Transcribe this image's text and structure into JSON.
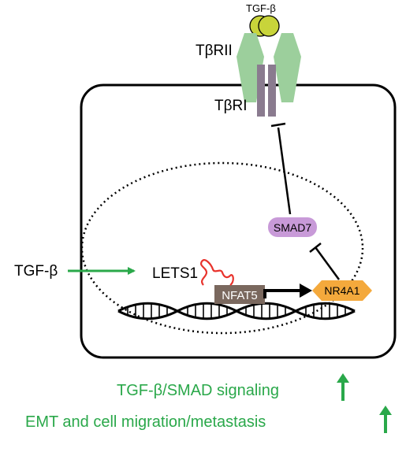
{
  "ligand": {
    "label": "TGF-β"
  },
  "receptors": {
    "type2": "TβRII",
    "type1": "TβRI"
  },
  "nucleus": {
    "lncrna": "LETS1",
    "nfat5": "NFAT5",
    "nr4a1": "NR4A1",
    "smad7": "SMAD7"
  },
  "external_signal": {
    "label": "TGF-β"
  },
  "outcomes": [
    {
      "label": "TGF-β/SMAD signaling",
      "direction": "up"
    },
    {
      "label": "EMT and cell migration/metastasis",
      "direction": "up"
    }
  ],
  "colors": {
    "ligand": "#c8d43a",
    "type2_receptor": "#9ccf9c",
    "type1_receptor": "#8a7b8f",
    "smad7": "#c89ad8",
    "nr4a1": "#f4a93c",
    "nfat5": "#7a685e",
    "lncrna": "#e8332c",
    "activation": "#2aa84a"
  }
}
